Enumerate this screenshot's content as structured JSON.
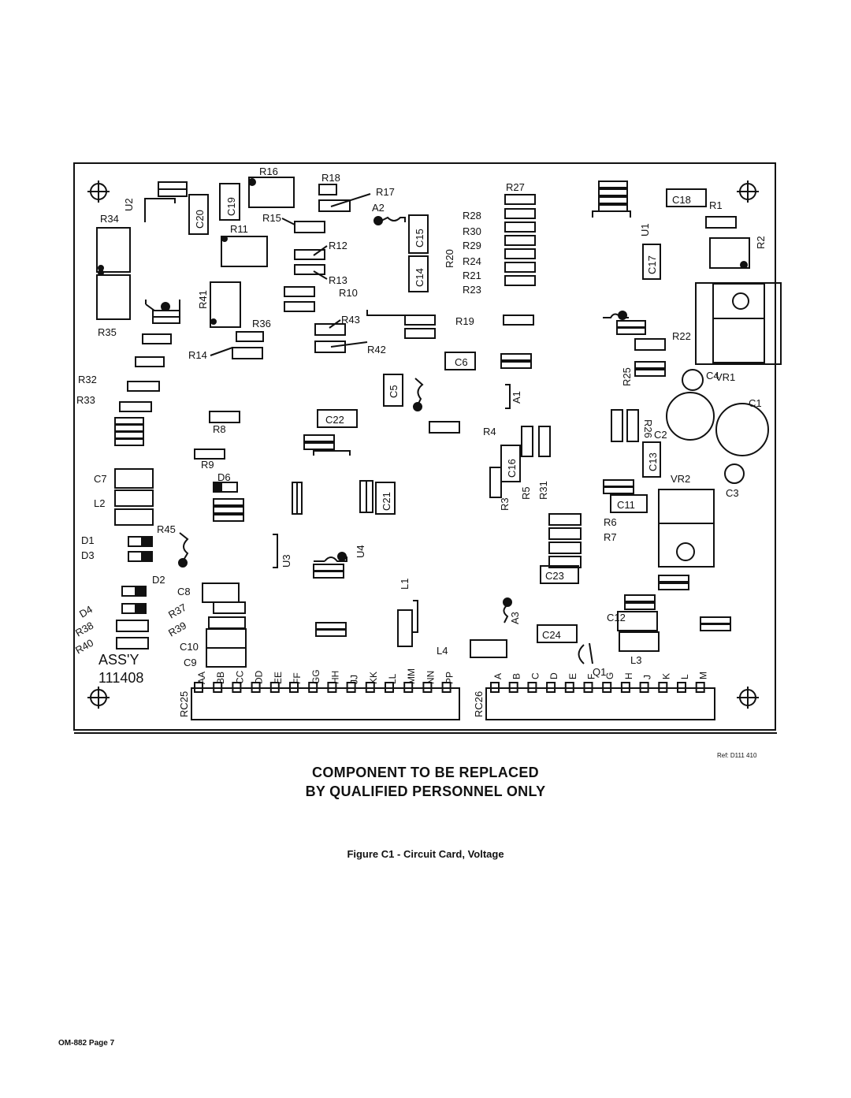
{
  "board": {
    "assembly_label": "ASS'Y",
    "assembly_number": "111408",
    "labels": {
      "R16": "R16",
      "R18": "R18",
      "R17": "R17",
      "R27": "R27",
      "A2": "A2",
      "U2": "U2",
      "R34": "R34",
      "C20": "C20",
      "C19": "C19",
      "R15": "R15",
      "R11": "R11",
      "R28": "R28",
      "R30": "R30",
      "R29": "R29",
      "R24": "R24",
      "R21": "R21",
      "R23": "R23",
      "R20": "R20",
      "C15": "C15",
      "C14": "C14",
      "R12": "R12",
      "R13": "R13",
      "R10": "R10",
      "R41": "R41",
      "R35": "R35",
      "R36": "R36",
      "R43": "R43",
      "R19": "R19",
      "R42": "R42",
      "R14": "R14",
      "U1": "U1",
      "C17": "C17",
      "C18": "C18",
      "R1": "R1",
      "R2": "R2",
      "R22": "R22",
      "VR1": "VR1",
      "C4": "C4",
      "C1": "C1",
      "C2": "C2",
      "R25": "R25",
      "R26": "R26",
      "C13": "C13",
      "VR2": "VR2",
      "C3": "C3",
      "C6": "C6",
      "A1": "A1",
      "C5": "C5",
      "R32": "R32",
      "R33": "R33",
      "R8": "R8",
      "C22": "C22",
      "R4": "R4",
      "C16": "C16",
      "R9": "R9",
      "D6": "D6",
      "C7": "C7",
      "L2": "L2",
      "R45": "R45",
      "D1": "D1",
      "D3": "D3",
      "C21": "C21",
      "R3": "R3",
      "R5": "R5",
      "R31": "R31",
      "C11": "C11",
      "R6": "R6",
      "R7": "R7",
      "U3": "U3",
      "U4": "U4",
      "D2": "D2",
      "C8": "C8",
      "C23": "C23",
      "L1": "L1",
      "D4": "D4",
      "R37": "R37",
      "R38": "R38",
      "R39": "R39",
      "C10": "C10",
      "R40": "R40",
      "C9": "C9",
      "A3": "A3",
      "C12": "C12",
      "C24": "C24",
      "L4": "L4",
      "Q1": "Q1",
      "L3": "L3",
      "RC25": "RC25",
      "RC26": "RC26"
    },
    "rc25_pins": [
      "AA",
      "BB",
      "CC",
      "DD",
      "EE",
      "FF",
      "GG",
      "HH",
      "JJ",
      "KK",
      "LL",
      "MM",
      "NN",
      "PP"
    ],
    "rc26_pins": [
      "A",
      "B",
      "C",
      "D",
      "E",
      "F",
      "G",
      "H",
      "J",
      "K",
      "L",
      "M"
    ]
  },
  "ref_note": "Ref: D111 410",
  "warning_line1": "COMPONENT TO BE REPLACED",
  "warning_line2": "BY QUALIFIED PERSONNEL ONLY",
  "figure_caption": "Figure C1  -  Circuit Card, Voltage",
  "page_footer": "OM-882 Page 7"
}
